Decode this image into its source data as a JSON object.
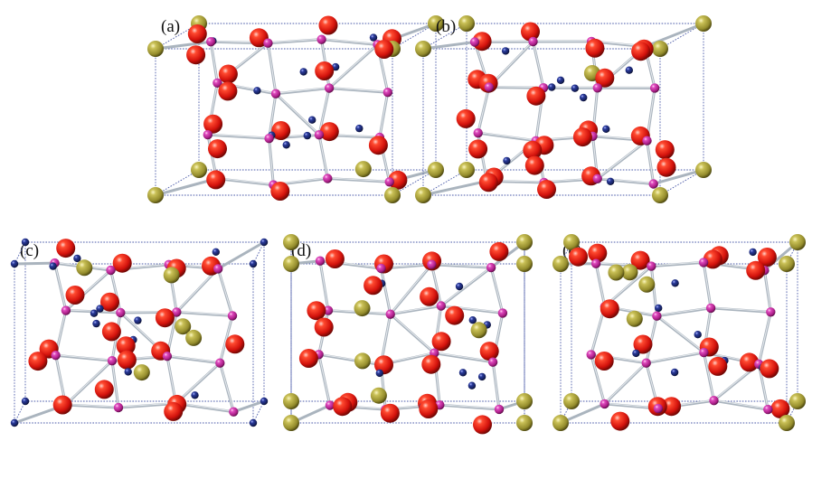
{
  "panels": [
    {
      "label": "(a)"
    },
    {
      "label": "(b)"
    },
    {
      "label": "(c)"
    },
    {
      "label": "(d)"
    },
    {
      "label": "(e)"
    }
  ],
  "atom_colors": {
    "oxygen": "#e0130f",
    "magenta": "#c8299e",
    "navy": "#18266e",
    "olive": "#a9a23a"
  }
}
